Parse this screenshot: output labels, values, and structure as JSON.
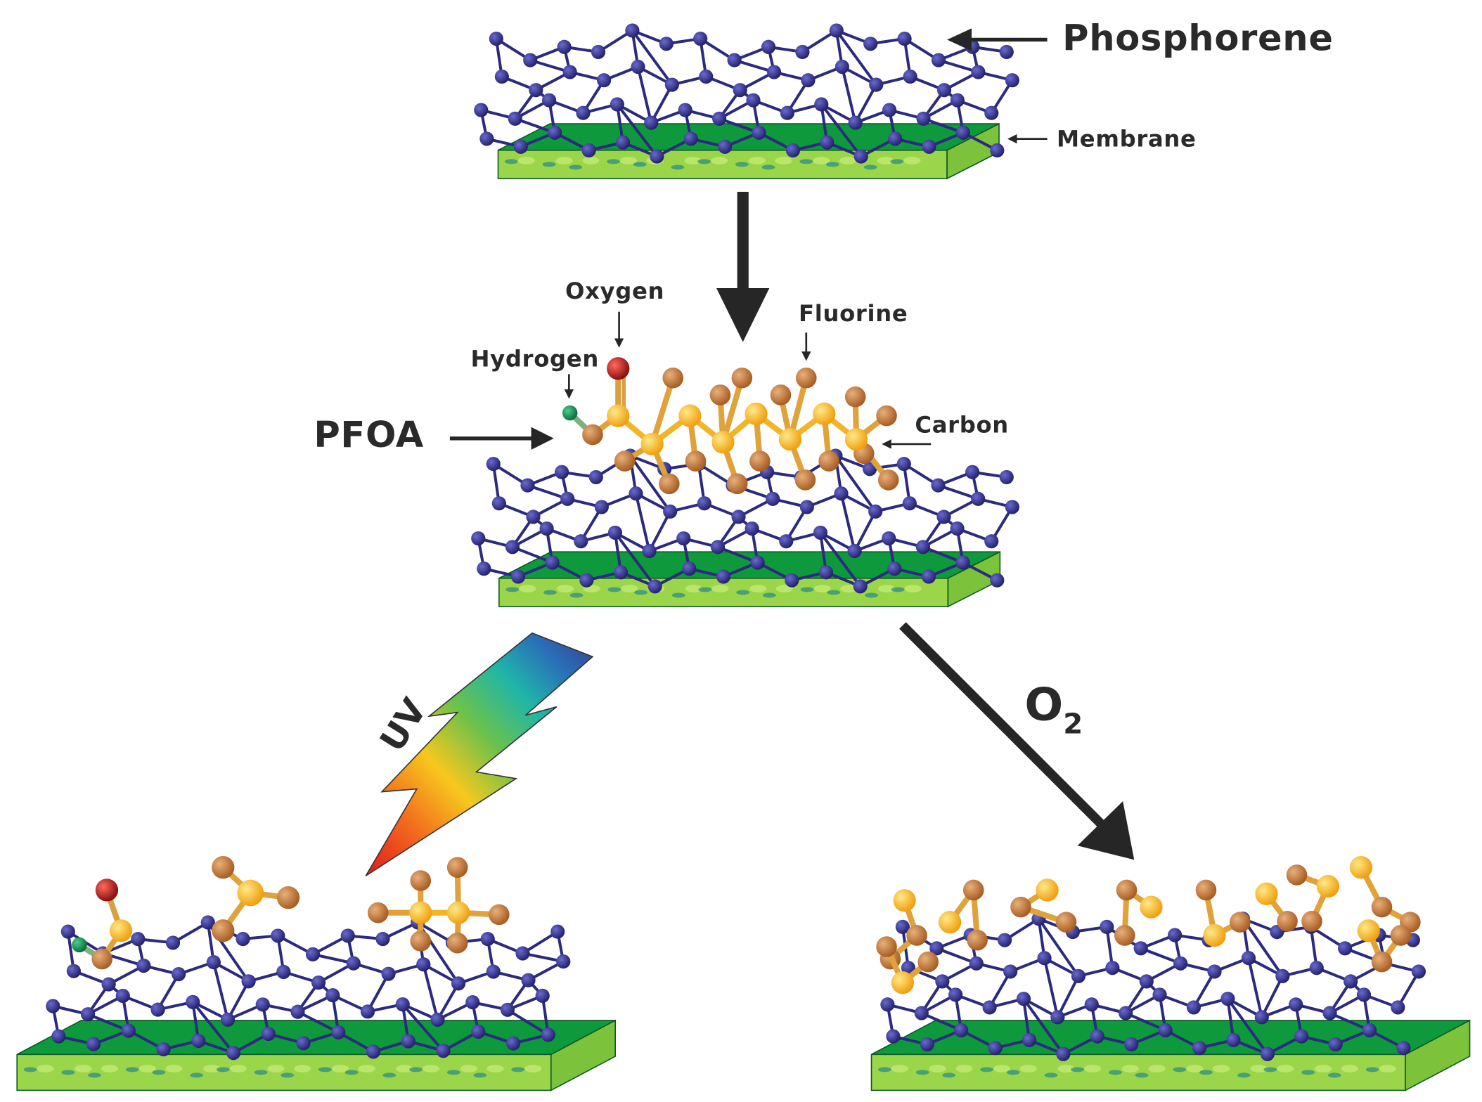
{
  "labels": {
    "phosphorene": "Phosphorene",
    "membrane": "Membrane",
    "oxygen": "Oxygen",
    "hydrogen": "Hydrogen",
    "fluorine": "Fluorine",
    "carbon": "Carbon",
    "pfoa": "PFOA",
    "uv": "UV",
    "o2_main": "O",
    "o2_sub": "2"
  },
  "colors": {
    "phosphorus_atom": "#2b2a7e",
    "membrane_top": "#0e9a3c",
    "membrane_front": "#9bd64a",
    "membrane_side": "#7cc23a",
    "carbon_atom": "#f7b419",
    "fluorine_atom": "#c67a3c",
    "oxygen_atom": "#b01c1c",
    "hydrogen_atom": "#10925a",
    "arrow": "#262626"
  }
}
